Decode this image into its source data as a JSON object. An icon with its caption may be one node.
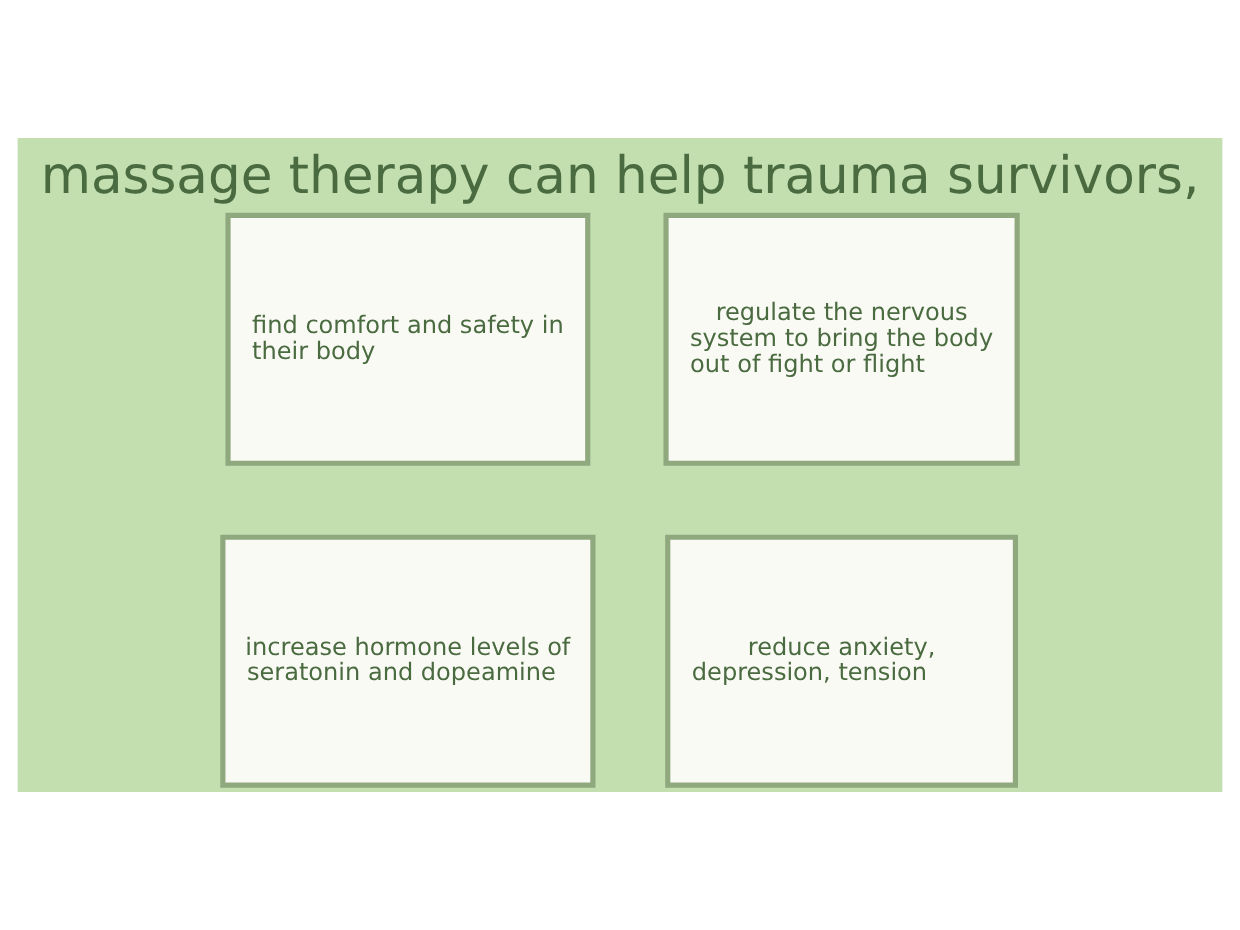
{
  "diagram": {
    "title": "massage therapy can help trauma survivors,",
    "nodes": [
      {
        "text": [
          "find comfort and safety in their body"
        ]
      },
      {
        "text": [
          "regulate the nervous system to bring the body out of fight or flight"
        ]
      },
      {
        "text": [
          "increase hormone levels of seratonin and dopeamine"
        ]
      },
      {
        "text": [
          "reduce anxiety, depression, tension"
        ]
      }
    ],
    "edges": []
  }
}
